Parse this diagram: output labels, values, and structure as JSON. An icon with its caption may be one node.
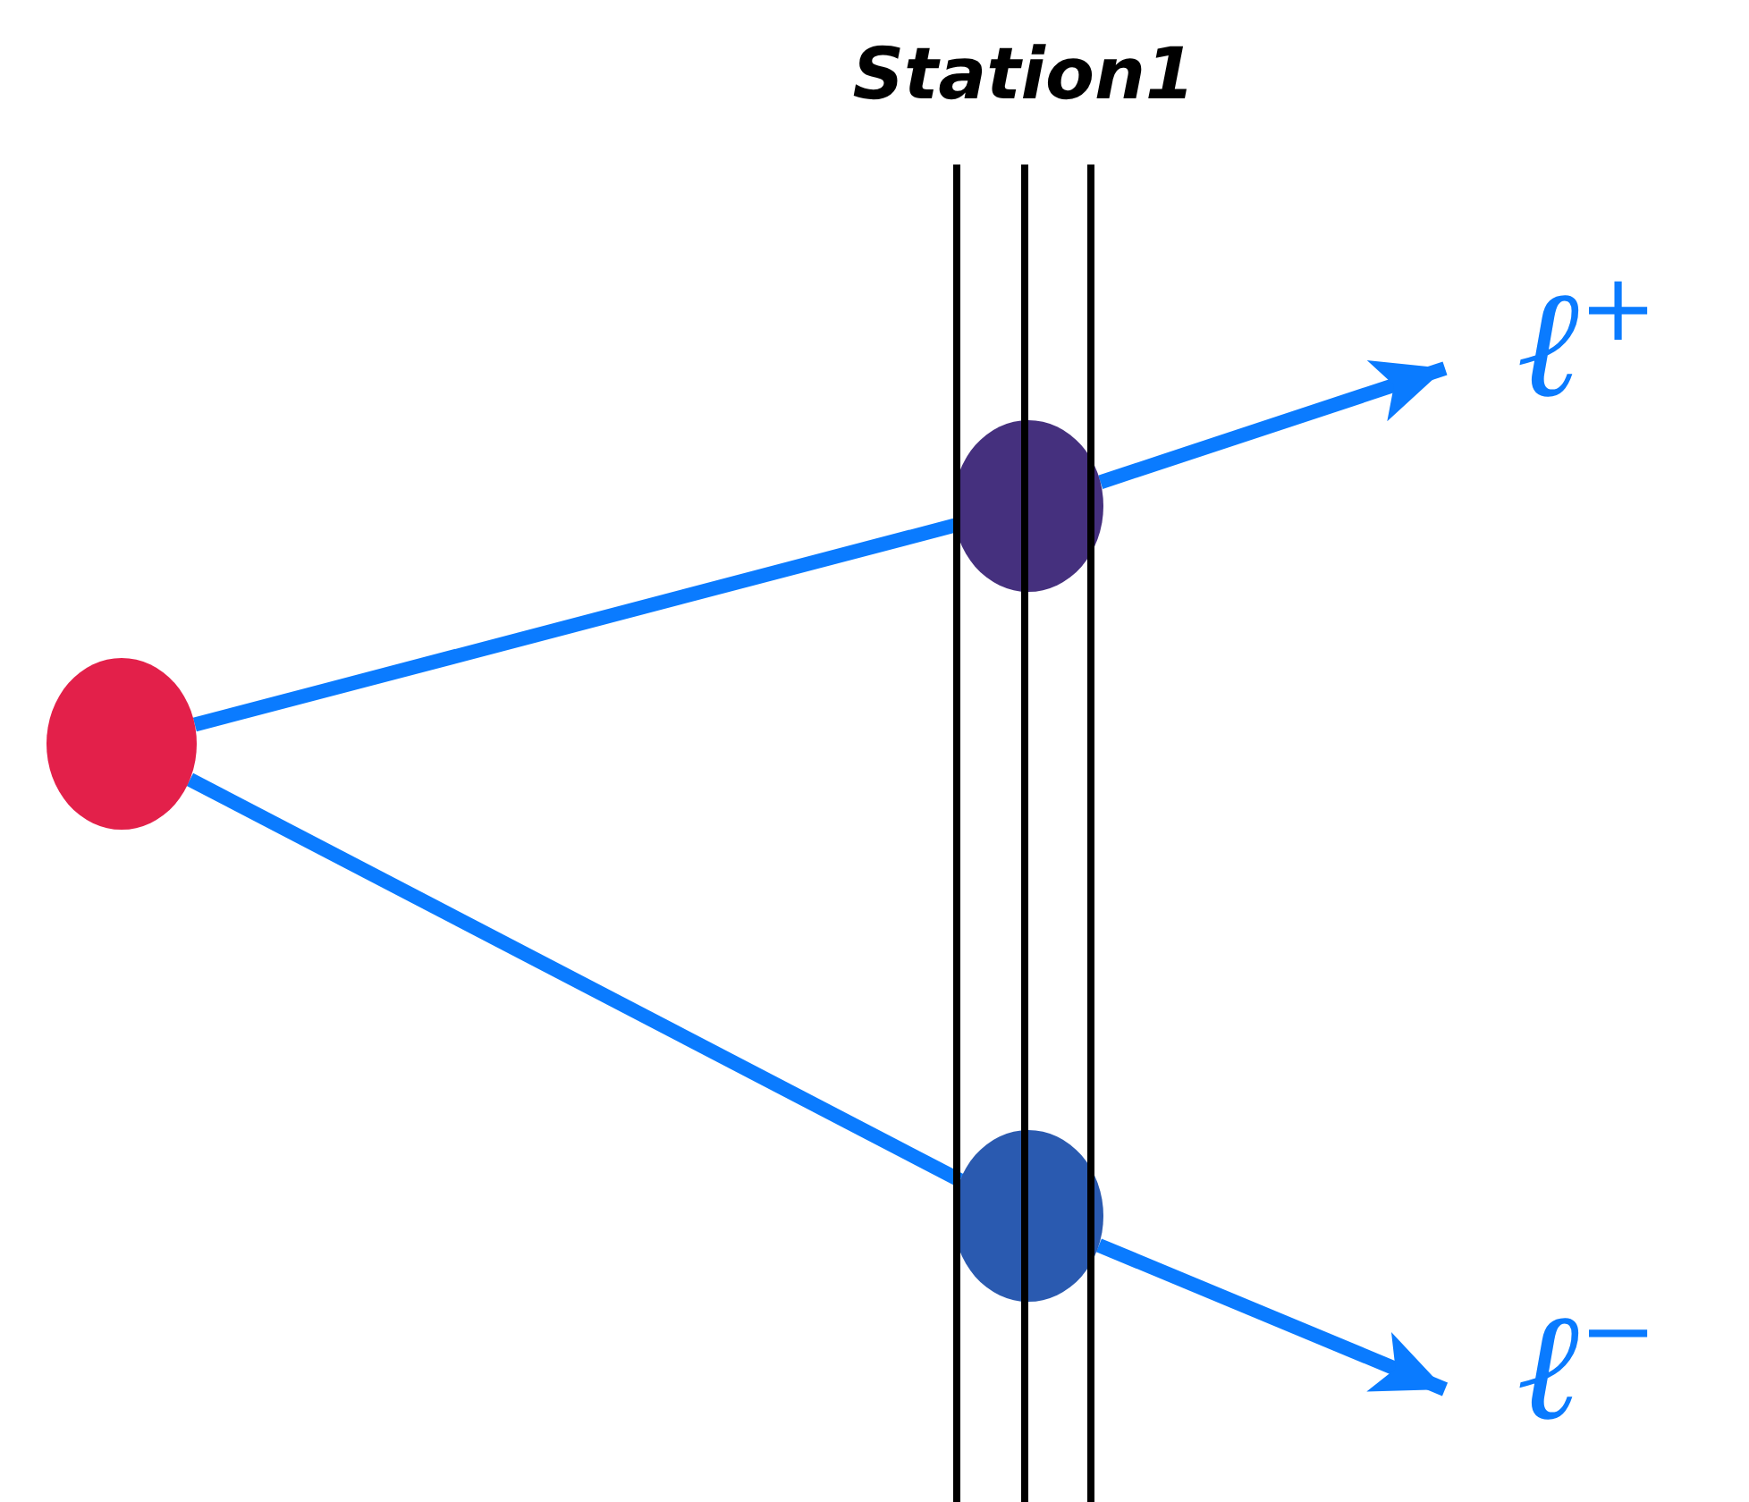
{
  "diagram": {
    "nodes": [
      {
        "text": [
          "Station1"
        ]
      },
      {
        "text": [],
        "shape": "circle"
      },
      {
        "text": [],
        "shape": "circle",
        "in": 0
      },
      {
        "text": [],
        "shape": "circle",
        "in": 0
      },
      {
        "text": [
          "ℓ$^{+}$"
        ]
      },
      {
        "text": [
          "ℓ$^{−}$"
        ]
      }
    ],
    "edges": [
      {
        "from": 1,
        "to": 2,
        "arrow": "none"
      },
      {
        "from": 2,
        "to": 4,
        "arrow": "to"
      },
      {
        "from": 1,
        "to": 3,
        "arrow": "none"
      },
      {
        "from": 3,
        "to": 5,
        "arrow": "to"
      }
    ]
  }
}
